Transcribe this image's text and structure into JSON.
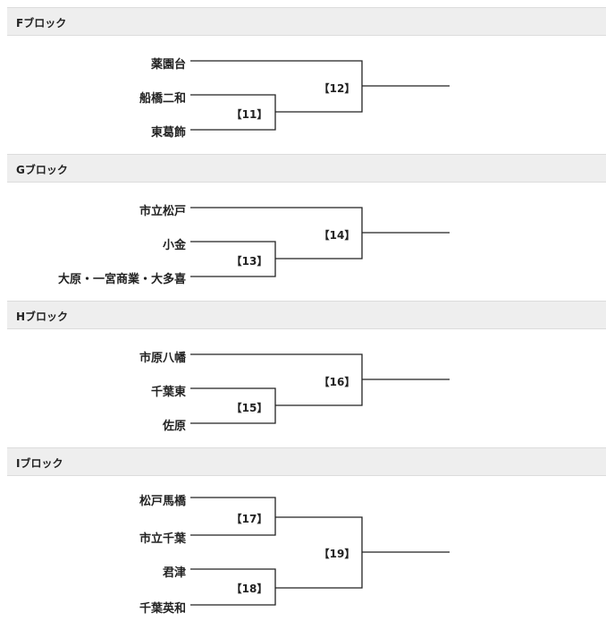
{
  "blocks": [
    {
      "title": "Fブロック",
      "teams": [
        "薬園台",
        "船橋二和",
        "東葛飾"
      ],
      "matches": [
        "【11】",
        "【12】"
      ]
    },
    {
      "title": "Gブロック",
      "teams": [
        "市立松戸",
        "小金",
        "大原・一宮商業・大多喜"
      ],
      "matches": [
        "【13】",
        "【14】"
      ]
    },
    {
      "title": "Hブロック",
      "teams": [
        "市原八幡",
        "千葉東",
        "佐原"
      ],
      "matches": [
        "【15】",
        "【16】"
      ]
    },
    {
      "title": "Iブロック",
      "teams": [
        "松戸馬橋",
        "市立千葉",
        "君津",
        "千葉英和"
      ],
      "matches": [
        "【17】",
        "【18】",
        "【19】"
      ]
    }
  ],
  "colors": {
    "header_bg": "#eeeeee",
    "line": "#222222"
  }
}
